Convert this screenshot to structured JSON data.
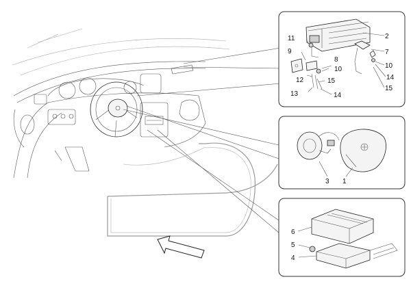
{
  "callouts": {
    "top": [
      "11",
      "2",
      "9",
      "7",
      "8",
      "10",
      "10",
      "14",
      "12",
      "15",
      "15",
      "13",
      "14"
    ],
    "middle": [
      "3",
      "1"
    ],
    "bottom": [
      "6",
      "5",
      "4"
    ]
  },
  "colors": {
    "background": "#ffffff",
    "line": "#222222",
    "highlight_path": "#9a9a9a",
    "faint_line": "#aaaaaa"
  },
  "icons": {
    "direction_arrow": "arrow-icon",
    "airbag_module": "passenger-airbag-icon",
    "steering_airbag": "steering-airbag-icon",
    "control_unit": "airbag-control-unit-icon"
  }
}
